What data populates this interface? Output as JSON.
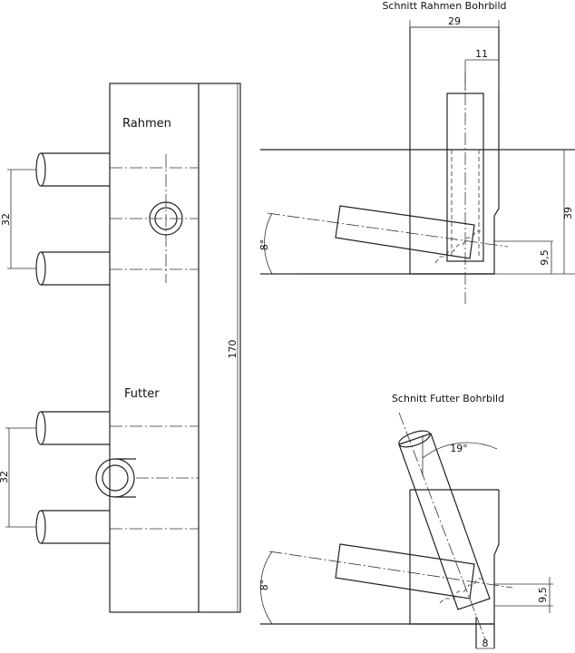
{
  "titles": {
    "section_frame": "Schnitt Rahmen Bohrbild",
    "section_lining": "Schnitt Futter Bohrbild"
  },
  "labels": {
    "frame": "Rahmen",
    "lining": "Futter"
  },
  "dimensions": {
    "frame_pin_spacing": "32",
    "lining_pin_spacing": "32",
    "total_length": "170",
    "frame_width": "29",
    "frame_offset": "11",
    "frame_height": "39",
    "frame_angle": "8°",
    "frame_depth": "9,5",
    "lining_tilt": "19°",
    "lining_angle": "8°",
    "lining_depth": "9,5",
    "lining_offset": "8"
  }
}
